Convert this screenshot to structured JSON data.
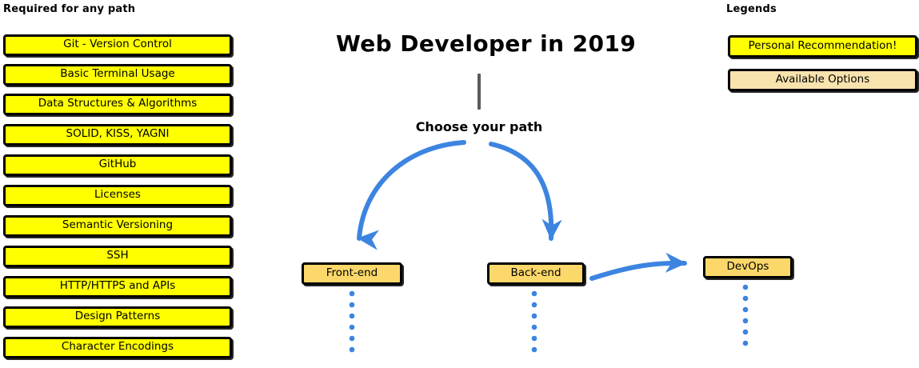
{
  "title": "Web Developer in 2019",
  "subtitle": "Choose your path",
  "colors": {
    "recommendation_yellow": "#FFFF00",
    "available_option_peach": "#F8E2AD",
    "path_box_gold": "#FBD869",
    "arrow_blue": "#3C84E0",
    "stem_gray": "#5A5A5A",
    "outline_black": "#000000"
  },
  "required_column": {
    "heading": "Required for any path",
    "items": [
      {
        "label": "Git - Version Control"
      },
      {
        "label": "Basic Terminal Usage"
      },
      {
        "label": "Data Structures & Algorithms"
      },
      {
        "label": "SOLID, KISS, YAGNI"
      },
      {
        "label": "GitHub"
      },
      {
        "label": "Licenses"
      },
      {
        "label": "Semantic Versioning"
      },
      {
        "label": "SSH"
      },
      {
        "label": "HTTP/HTTPS and APIs"
      },
      {
        "label": "Design Patterns"
      },
      {
        "label": "Character Encodings"
      }
    ]
  },
  "legends": {
    "heading": "Legends",
    "items": [
      {
        "label": "Personal Recommendation!",
        "style": "yellow"
      },
      {
        "label": "Available Options",
        "style": "peach"
      }
    ]
  },
  "paths": [
    {
      "id": "frontend",
      "label": "Front-end"
    },
    {
      "id": "backend",
      "label": "Back-end"
    },
    {
      "id": "devops",
      "label": "DevOps"
    }
  ],
  "connectors": [
    {
      "name": "root-stem",
      "from": "title",
      "to": "choose-your-path",
      "type": "line"
    },
    {
      "name": "choose-to-frontend",
      "from": "choose-your-path",
      "to": "frontend",
      "type": "curved-arrow"
    },
    {
      "name": "choose-to-backend",
      "from": "choose-your-path",
      "to": "backend",
      "type": "curved-arrow"
    },
    {
      "name": "backend-to-devops",
      "from": "backend",
      "to": "devops",
      "type": "curved-arrow"
    }
  ],
  "continuation_dots": [
    {
      "under": "frontend",
      "count": 6
    },
    {
      "under": "backend",
      "count": 6
    },
    {
      "under": "devops",
      "count": 6
    }
  ]
}
